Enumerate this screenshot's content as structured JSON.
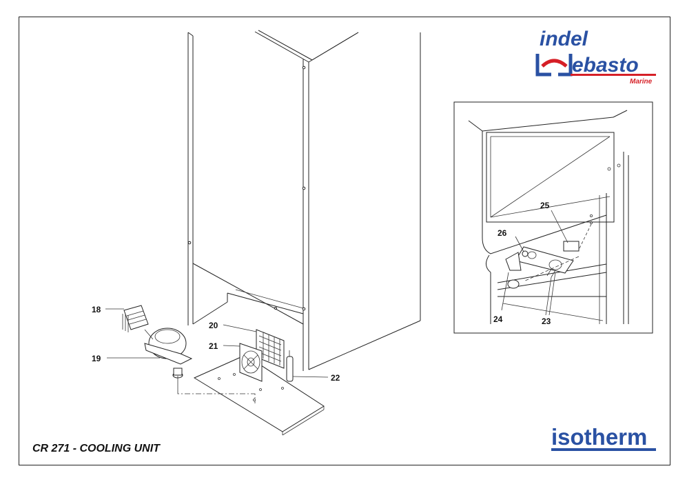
{
  "title": "CR 271 - COOLING UNIT",
  "brand": {
    "top_line": "indel",
    "bottom_line": "ebasto",
    "sub": "Marine",
    "isotherm": "isotherm",
    "blue": "#2a51a3",
    "red": "#d61f26"
  },
  "callouts": {
    "p18": "18",
    "p19": "19",
    "p20": "20",
    "p21": "21",
    "p22": "22",
    "p23": "23",
    "p24": "24",
    "p25": "25",
    "p26": "26"
  }
}
